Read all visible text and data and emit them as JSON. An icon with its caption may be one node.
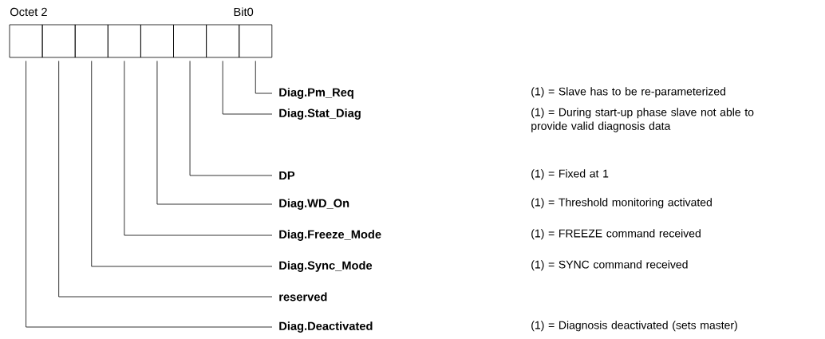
{
  "diagram": {
    "nodes": [
      {
        "text": [],
        "shape": "box"
      },
      {
        "text": [],
        "shape": "box"
      },
      {
        "text": [],
        "shape": "box"
      },
      {
        "text": [],
        "shape": "box"
      },
      {
        "text": [],
        "shape": "box"
      },
      {
        "text": [],
        "shape": "box"
      },
      {
        "text": [],
        "shape": "box"
      },
      {
        "text": [],
        "shape": "box"
      },
      {
        "text": [
          "Diag.Pm_Req"
        ]
      },
      {
        "text": [
          "Diag.Stat_Diag"
        ]
      },
      {
        "text": [
          "DP"
        ]
      },
      {
        "text": [
          "Diag.WD_On"
        ]
      },
      {
        "text": [
          "Diag.Freeze_Mode"
        ]
      },
      {
        "text": [
          "Diag.Sync_Mode"
        ]
      },
      {
        "text": [
          "reserved"
        ]
      },
      {
        "text": [
          "Diag.Deactivated"
        ]
      }
    ],
    "edges": [
      {
        "from": 7,
        "to": 8,
        "arrow": "none"
      },
      {
        "from": 6,
        "to": 9,
        "arrow": "none"
      },
      {
        "from": 5,
        "to": 10,
        "arrow": "none"
      },
      {
        "from": 4,
        "to": 11,
        "arrow": "none"
      },
      {
        "from": 3,
        "to": 12,
        "arrow": "none"
      },
      {
        "from": 2,
        "to": 13,
        "arrow": "none"
      },
      {
        "from": 1,
        "to": 14,
        "arrow": "none"
      },
      {
        "from": 0,
        "to": 15,
        "arrow": "none"
      }
    ],
    "labels": [
      "Octet 2",
      "Bit0",
      "(1) = Slave has to be re-parameterized",
      "(1) = During start-up phase slave not able to provide valid diagnosis data",
      "(1) = Fixed at 1",
      "(1) = Threshold monitoring activated",
      "(1) = FREEZE command received",
      "(1) = SYNC command received",
      "(1) = Diagnosis deactivated (sets master)"
    ]
  }
}
